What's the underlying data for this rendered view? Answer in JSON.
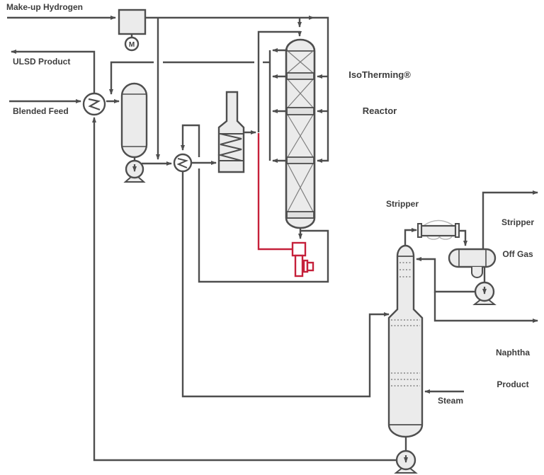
{
  "diagram": {
    "title": "IsoTherming hydroprocessing unit flow diagram",
    "colors": {
      "line": "#4e4e4e",
      "accent_red": "#c5203a",
      "vessel_fill": "#ebebeb",
      "band_fill": "#e0e0e0",
      "light_detail": "#b8b8b8",
      "text": "#3d3d3d"
    },
    "labels": {
      "makeup_hydrogen": "Make-up Hydrogen",
      "ulsd_product": "ULSD Product",
      "blended_feed": "Blended Feed",
      "reactor_line1": "IsoTherming®",
      "reactor_line2": "Reactor",
      "stripper": "Stripper",
      "stripper_off_gas_line1": "Stripper",
      "stripper_off_gas_line2": "Off Gas",
      "naphtha_line1": "Naphtha",
      "naphtha_line2": "Product",
      "steam": "Steam",
      "motor": "M"
    },
    "streams": [
      {
        "name": "Make-up Hydrogen",
        "direction": "in"
      },
      {
        "name": "Blended Feed",
        "direction": "in"
      },
      {
        "name": "Steam",
        "direction": "in"
      },
      {
        "name": "ULSD Product",
        "direction": "out"
      },
      {
        "name": "Stripper Off Gas",
        "direction": "out"
      },
      {
        "name": "Naphtha Product",
        "direction": "out"
      }
    ],
    "equipment": [
      "make-up compressor",
      "motor",
      "feed/product exchanger",
      "feed surge drum",
      "charge pump",
      "feed/effluent exchanger",
      "fired heater",
      "IsoTherming reactor (4 beds)",
      "recycle pump (red)",
      "stripper column",
      "overhead air condenser",
      "reflux drum",
      "reflux pump",
      "bottoms pump"
    ]
  }
}
